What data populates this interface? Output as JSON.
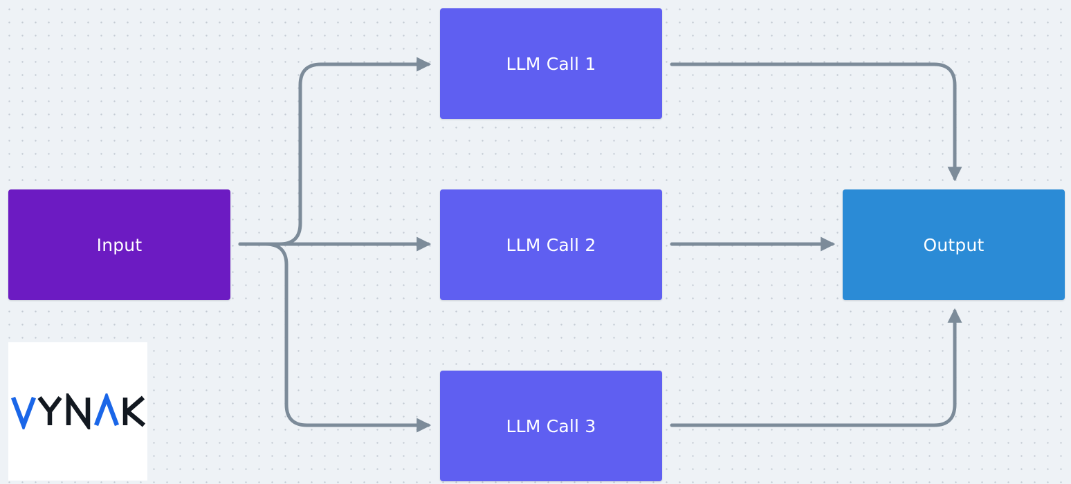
{
  "nodes": {
    "input": {
      "label": "Input",
      "color": "#6c1bc2"
    },
    "llm_call_1": {
      "label": "LLM Call 1",
      "color": "#5f5ff1"
    },
    "llm_call_2": {
      "label": "LLM Call 2",
      "color": "#5f5ff1"
    },
    "llm_call_3": {
      "label": "LLM Call 3",
      "color": "#5f5ff1"
    },
    "output": {
      "label": "Output",
      "color": "#2b8bd6"
    }
  },
  "edges": [
    {
      "from": "input",
      "to": "llm_call_1"
    },
    {
      "from": "input",
      "to": "llm_call_2"
    },
    {
      "from": "input",
      "to": "llm_call_3"
    },
    {
      "from": "llm_call_1",
      "to": "output"
    },
    {
      "from": "llm_call_2",
      "to": "output"
    },
    {
      "from": "llm_call_3",
      "to": "output"
    }
  ],
  "connector_color": "#7c8b99",
  "logo": {
    "text": "VYNAK",
    "accent_color": "#1a66e8",
    "text_color": "#121820"
  }
}
